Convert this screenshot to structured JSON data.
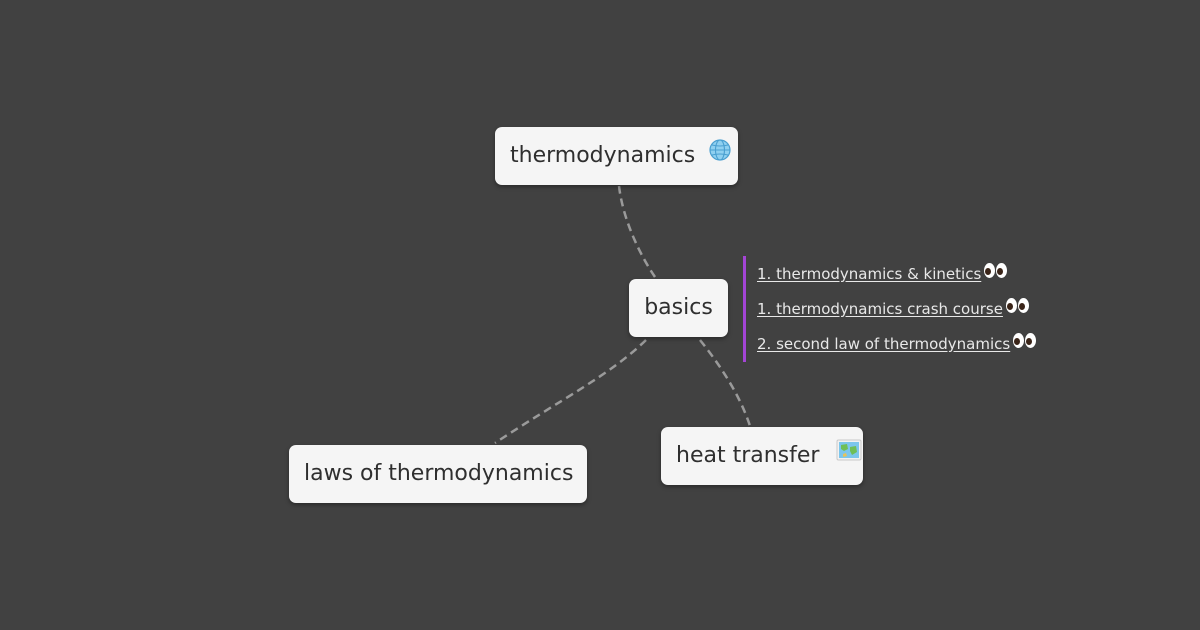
{
  "mindmap": {
    "root": {
      "label": "thermodynamics",
      "icon": "globe-icon"
    },
    "center": {
      "label": "basics"
    },
    "children": [
      {
        "label": "laws of thermodynamics",
        "icon": ""
      },
      {
        "label": "heat transfer",
        "icon": "map-icon"
      }
    ],
    "links": [
      {
        "label": "1. thermodynamics & kinetics ",
        "icon": "eyes-icon"
      },
      {
        "label": "1. thermodynamics crash course ",
        "icon": "eyes-icon"
      },
      {
        "label": "2. second law of thermodynamics ",
        "icon": "eyes-icon"
      }
    ]
  },
  "colors": {
    "background": "#414141",
    "node_fill": "#f5f5f5",
    "node_text": "#2f2f2f",
    "edge": "#9a9a9a",
    "link_accent": "#a445d6",
    "link_text": "#e8e8e8"
  }
}
